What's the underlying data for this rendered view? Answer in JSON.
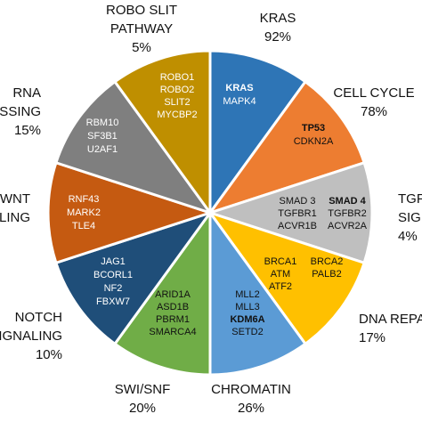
{
  "chart_data": {
    "type": "pie",
    "title": "",
    "slices": [
      {
        "name": "KRAS",
        "label_lines": [
          "KRAS"
        ],
        "percent": "92%",
        "color": "#2E75B6",
        "gene_color": "#ffffff",
        "genes": [
          {
            "text": "KRAS",
            "bold": true
          },
          {
            "text": "MAPK4",
            "bold": false
          }
        ]
      },
      {
        "name": "CELL CYCLE",
        "label_lines": [
          "CELL CYCLE"
        ],
        "percent": "78%",
        "color": "#ED7D31",
        "gene_color": "#111111",
        "genes": [
          {
            "text": "TP53",
            "bold": true
          },
          {
            "text": "CDKN2A",
            "bold": false
          }
        ]
      },
      {
        "name": "TGFB SIGNALING",
        "label_lines": [
          "TGFB",
          "SIGNALING"
        ],
        "percent": "4%",
        "color": "#BFBFBF",
        "gene_color": "#111111",
        "genes": [
          {
            "text": "SMAD 3",
            "bold": false
          },
          {
            "text": "SMAD 4",
            "bold": true
          },
          {
            "text": "TGFBR1",
            "bold": false
          },
          {
            "text": "TGFBR2",
            "bold": false
          },
          {
            "text": "ACVR1B",
            "bold": false
          },
          {
            "text": "ACVR2A",
            "bold": false
          }
        ]
      },
      {
        "name": "DNA REPAIR",
        "label_lines": [
          "DNA REPAIR"
        ],
        "percent": "17%",
        "color": "#FFC000",
        "gene_color": "#111111",
        "genes": [
          {
            "text": "BRCA1",
            "bold": false
          },
          {
            "text": "BRCA2",
            "bold": false
          },
          {
            "text": "ATM",
            "bold": false
          },
          {
            "text": "PALB2",
            "bold": false
          },
          {
            "text": "ATF2",
            "bold": false
          }
        ]
      },
      {
        "name": "CHROMATIN",
        "label_lines": [
          "CHROMATIN"
        ],
        "percent": "26%",
        "color": "#5B9BD5",
        "gene_color": "#111111",
        "genes": [
          {
            "text": "MLL2",
            "bold": false
          },
          {
            "text": "MLL3",
            "bold": false
          },
          {
            "text": "KDM6A",
            "bold": true
          },
          {
            "text": "SETD2",
            "bold": false
          }
        ]
      },
      {
        "name": "SWI/SNF",
        "label_lines": [
          "SWI/SNF"
        ],
        "percent": "20%",
        "color": "#70AD47",
        "gene_color": "#111111",
        "genes": [
          {
            "text": "ARID1A",
            "bold": false
          },
          {
            "text": "ASD1B",
            "bold": false
          },
          {
            "text": "PBRM1",
            "bold": false
          },
          {
            "text": "SMARCA4",
            "bold": false
          }
        ]
      },
      {
        "name": "NOTCH SIGNALING",
        "label_lines": [
          "NOTCH",
          "SIGNALING"
        ],
        "percent": "10%",
        "color": "#1F4E79",
        "gene_color": "#ffffff",
        "genes": [
          {
            "text": "JAG1",
            "bold": false
          },
          {
            "text": "BCORL1",
            "bold": false
          },
          {
            "text": "NF2",
            "bold": false
          },
          {
            "text": "FBXW7",
            "bold": false
          }
        ]
      },
      {
        "name": "WNT SIGNALING",
        "label_lines": [
          "WNT",
          "SIGNALING"
        ],
        "percent": "",
        "color": "#C55A11",
        "gene_color": "#ffffff",
        "genes": [
          {
            "text": "RNF43",
            "bold": false
          },
          {
            "text": "MARK2",
            "bold": false
          },
          {
            "text": "TLE4",
            "bold": false
          }
        ]
      },
      {
        "name": "RNA PROCESSING",
        "label_lines": [
          "RNA",
          "PROCESSING"
        ],
        "percent": "15%",
        "color": "#7F7F7F",
        "gene_color": "#ffffff",
        "genes": [
          {
            "text": "RBM10",
            "bold": false
          },
          {
            "text": "SF3B1",
            "bold": false
          },
          {
            "text": "U2AF1",
            "bold": false
          }
        ]
      },
      {
        "name": "ROBO SLIT PATHWAY",
        "label_lines": [
          "ROBO SLIT",
          "PATHWAY"
        ],
        "percent": "5%",
        "color": "#BF8F00",
        "gene_color": "#ffffff",
        "genes": [
          {
            "text": "ROBO1",
            "bold": false
          },
          {
            "text": "ROBO2",
            "bold": false
          },
          {
            "text": "SLIT2",
            "bold": false
          },
          {
            "text": "MYCBP2",
            "bold": false
          }
        ]
      }
    ],
    "equal_slices": true,
    "legend": "none"
  }
}
